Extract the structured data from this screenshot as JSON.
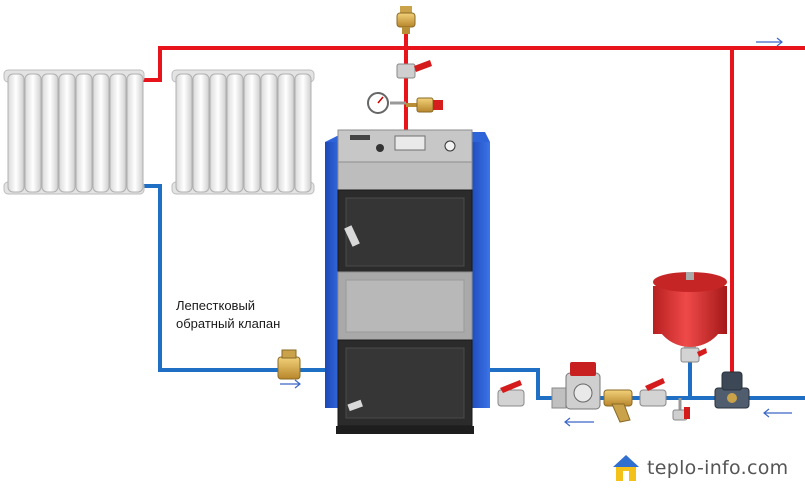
{
  "labels": {
    "valve_caption_line1": "Лепестковый",
    "valve_caption_line2": "обратный клапан"
  },
  "watermark": {
    "text": "teplo-info.com"
  },
  "colors": {
    "supply_pipe": "#e8141b",
    "return_pipe": "#1f6fc4",
    "boiler_body": "#2a5fd6",
    "boiler_door": "#2b2b2b",
    "boiler_panel": "#b9b9b9",
    "expansion_tank": "#d92a2a",
    "watermark_accent": "#2f6fd0"
  },
  "icons": [
    "radiator-icon",
    "boiler-icon",
    "pressure-gauge-icon",
    "air-vent-icon",
    "ball-valve-icon",
    "circulation-pump-icon",
    "strainer-filter-icon",
    "check-valve-icon",
    "expansion-tank-icon",
    "three-way-valve-icon",
    "flow-arrow-icon",
    "house-logo-icon"
  ]
}
